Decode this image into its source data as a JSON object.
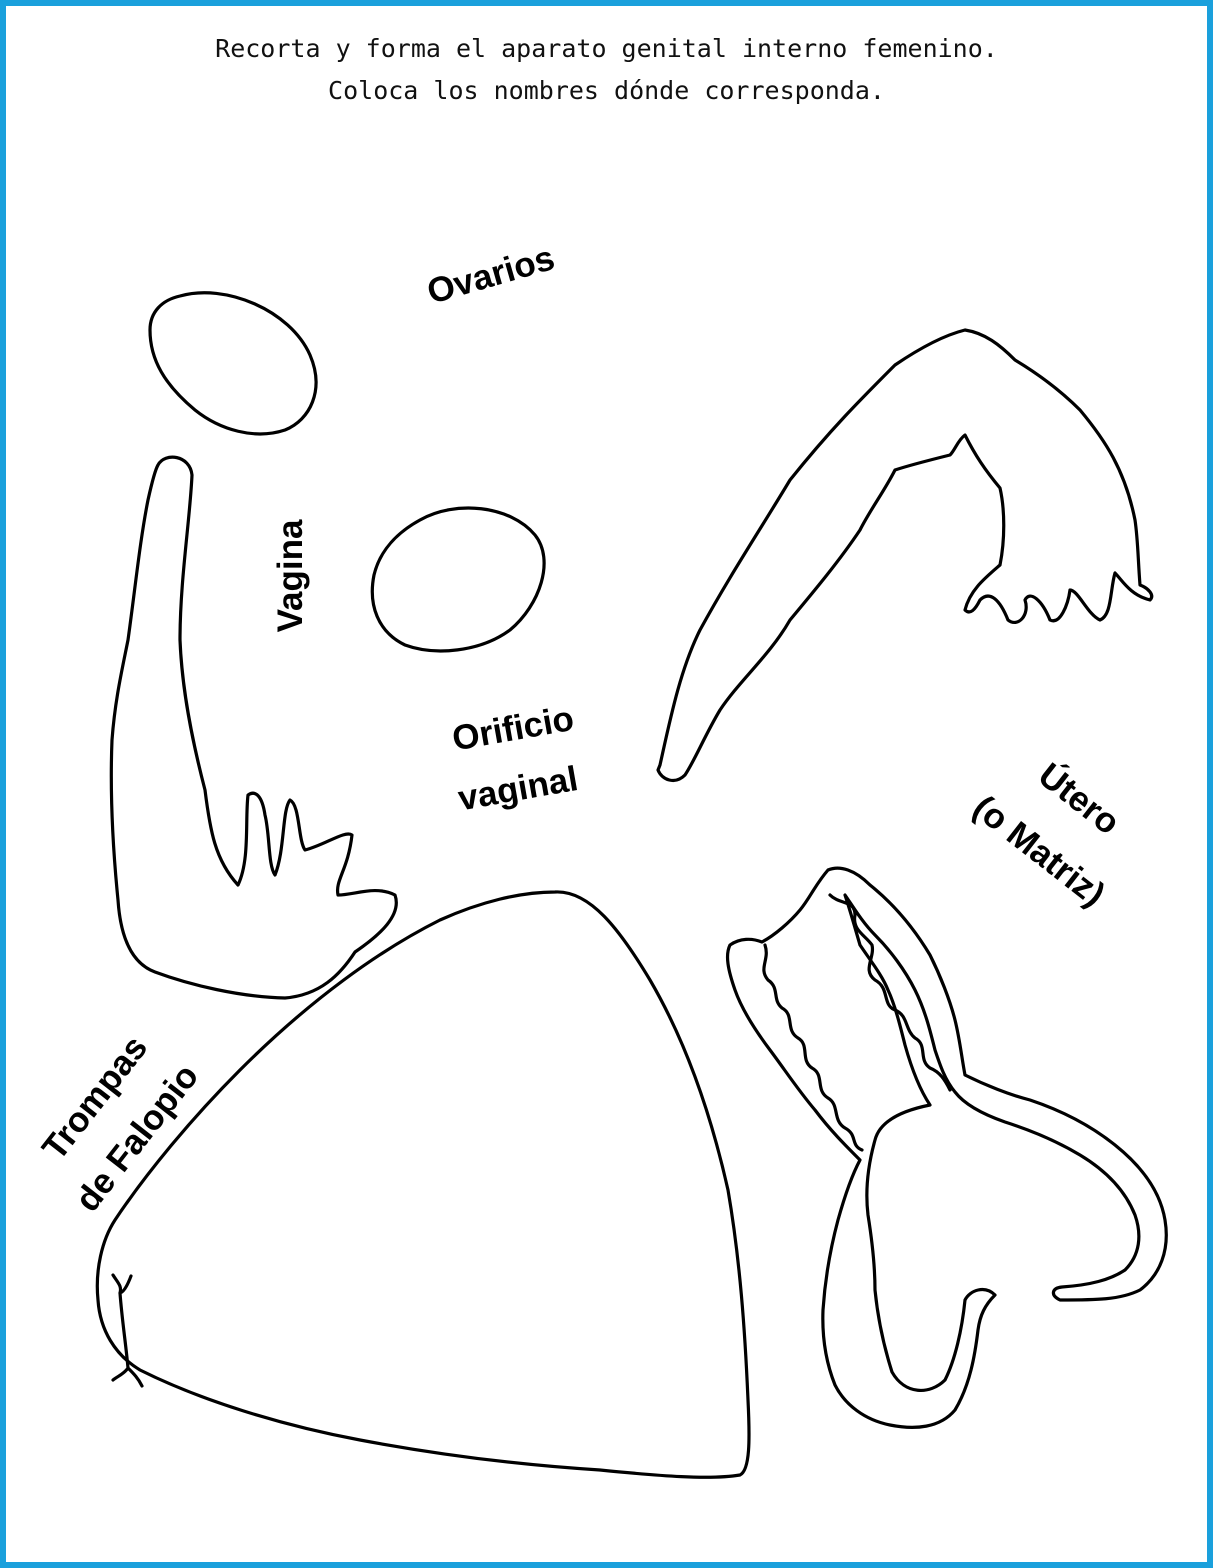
{
  "worksheet": {
    "instruction_line_1": "Recorta y forma el aparato genital interno femenino.",
    "instruction_line_2": "Coloca los nombres dónde corresponda.",
    "border_color": "#1aa0dc"
  },
  "labels": {
    "ovarios": "Ovarios",
    "vagina": "Vagina",
    "orificio_line_1": "Orificio",
    "orificio_line_2": "vaginal",
    "utero_line_1": "Útero",
    "utero_line_2": "(o Matriz)",
    "trompas_line_1": "Trompas",
    "trompas_line_2": "de Falopio"
  }
}
